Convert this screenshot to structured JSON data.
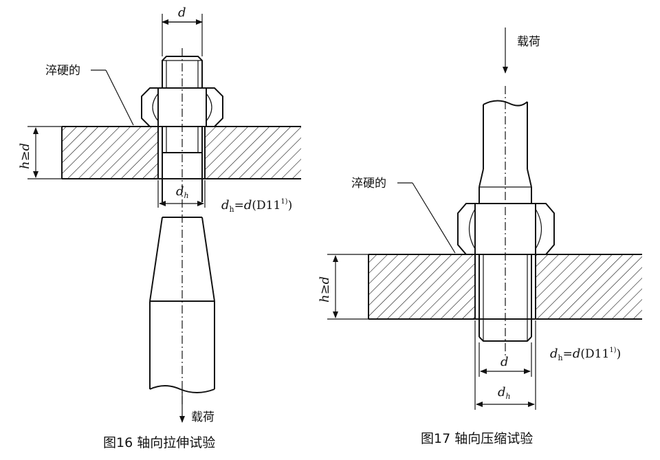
{
  "figure16": {
    "caption": "图16  轴向拉伸试验",
    "hardened_label": "淬硬的",
    "load_label": "载荷",
    "dim_d": "d",
    "dim_h_main": "h",
    "dim_h_rest": "≥d",
    "dim_dh_main": "d",
    "dim_dh_sub": "h",
    "eq_lhs_main": "d",
    "eq_lhs_sub": "h",
    "eq_mid": "=",
    "eq_rhs_d": "d",
    "eq_rhs_rest": "(D11",
    "eq_sup": "1)",
    "eq_close": ")"
  },
  "figure17": {
    "caption": "图17  轴向压缩试验",
    "hardened_label": "淬硬的",
    "load_label": "载荷",
    "dim_d": "d",
    "dim_h_main": "h",
    "dim_h_rest": "≥d",
    "dim_dh_main": "d",
    "dim_dh_sub": "h",
    "eq_lhs_main": "d",
    "eq_lhs_sub": "h",
    "eq_mid": "=",
    "eq_rhs_d": "d",
    "eq_rhs_rest": "(D11",
    "eq_sup": "1)",
    "eq_close": ")"
  }
}
